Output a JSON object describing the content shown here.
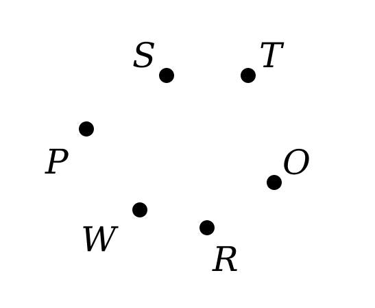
{
  "diagram": {
    "points": [
      {
        "id": "S",
        "label": "S"
      },
      {
        "id": "T",
        "label": "T"
      },
      {
        "id": "P",
        "label": "P"
      },
      {
        "id": "O",
        "label": "O"
      },
      {
        "id": "W",
        "label": "W"
      },
      {
        "id": "R",
        "label": "R"
      }
    ],
    "colors": {
      "point": "#000000",
      "label": "#000000",
      "background": "#ffffff"
    }
  }
}
